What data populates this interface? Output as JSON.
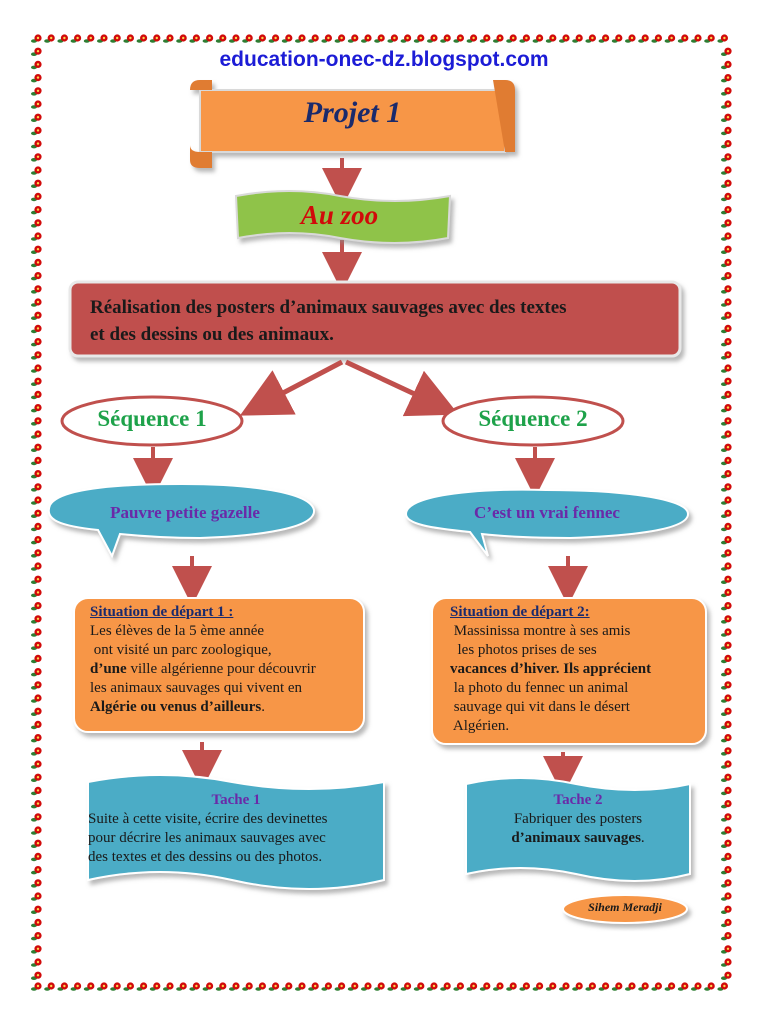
{
  "site": {
    "url": "education-onec-dz.blogspot.com"
  },
  "diagram": {
    "projet": "Projet 1",
    "theme": "Au zoo",
    "realisation": {
      "line1": "Réalisation des posters d’animaux sauvages avec des textes",
      "line2": "et des dessins ou des animaux."
    },
    "sequence1": {
      "label": "Séquence 1",
      "titre": "Pauvre petite gazelle",
      "situation": {
        "heading": "Situation de départ 1 :",
        "l1": "Les élèves de la 5 ème année",
        "l2": " ont visité un parc zoologique,",
        "l3a": "d’une",
        "l3b": " ville algérienne pour découvrir",
        "l4": "les animaux sauvages qui vivent en",
        "l5a": "Algérie ou venus d’ailleurs",
        "l5b": "."
      },
      "tache": {
        "heading": "Tache 1",
        "l1": "Suite à cette visite, écrire des devinettes",
        "l2": "pour décrire les animaux sauvages avec",
        "l3": "des textes et des dessins ou des photos."
      }
    },
    "sequence2": {
      "label": "Séquence 2",
      "titre": "C’est un vrai fennec",
      "situation": {
        "heading": "Situation de départ 2:",
        "l1": " Massinissa montre à ses amis",
        "l2": "  les photos prises de ses",
        "l3": "vacances d’hiver. Ils apprécient",
        "l4": " la photo du fennec un animal",
        "l5": " sauvage qui vit dans le désert",
        "l6": " Algérien."
      },
      "tache": {
        "heading": "Tache 2",
        "l1": "Fabriquer des posters",
        "l2a": "d’animaux sauvages",
        "l2b": "."
      }
    },
    "signature": "Sihem Meradji"
  },
  "colors": {
    "orange": "#f79646",
    "red_box": "#c0504d",
    "green_banner": "#8fc34a",
    "cyan": "#4bacc6",
    "border_red": "#d10a0a"
  }
}
